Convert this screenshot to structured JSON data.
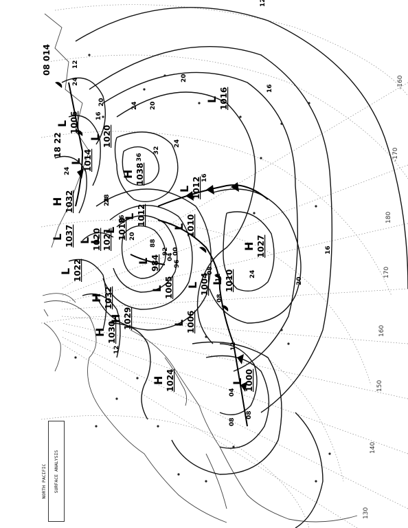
{
  "legend": {
    "line1": "SURFACE ANALYSIS",
    "line2": "NORTH PACIFIC"
  },
  "pressure_centers": [
    {
      "id": "l-1016",
      "type": "L",
      "value": "1016"
    },
    {
      "id": "h-1038",
      "type": "H",
      "value": "1038"
    },
    {
      "id": "h-1027",
      "type": "H",
      "value": "1027"
    },
    {
      "id": "l-1012",
      "type": "L",
      "value": "1012"
    },
    {
      "id": "l-1010",
      "type": "L",
      "value": "1010"
    },
    {
      "id": "l-984",
      "type": "L",
      "value": "984"
    },
    {
      "id": "l-1004",
      "type": "L",
      "value": "1004"
    },
    {
      "id": "l-1010b",
      "type": "L",
      "value": "1010"
    },
    {
      "id": "l-1005",
      "type": "L",
      "value": "1005"
    },
    {
      "id": "l-1006",
      "type": "L",
      "value": "1006"
    },
    {
      "id": "l-1000",
      "type": "L",
      "value": "1000"
    },
    {
      "id": "h-1029",
      "type": "H",
      "value": "1029"
    },
    {
      "id": "h-1030",
      "type": "H",
      "value": "1030"
    },
    {
      "id": "h-1032",
      "type": "H",
      "value": "1032"
    },
    {
      "id": "l-1022",
      "type": "L",
      "value": "1022"
    },
    {
      "id": "h-1024",
      "type": "H",
      "value": "1024"
    },
    {
      "id": "l-1006b",
      "type": "L",
      "value": "1006"
    },
    {
      "id": "l-1014",
      "type": "L",
      "value": "1014"
    },
    {
      "id": "l-1020",
      "type": "L",
      "value": "1020"
    },
    {
      "id": "h-1032b",
      "type": "H",
      "value": "1032"
    },
    {
      "id": "l-1037",
      "type": "L",
      "value": "1037"
    },
    {
      "id": "l-1020b",
      "type": "L",
      "value": "1020"
    },
    {
      "id": "l-1021",
      "type": "L",
      "value": "1021"
    },
    {
      "id": "l-1018",
      "type": "L",
      "value": "1018"
    },
    {
      "id": "l-1012b",
      "type": "L",
      "value": "1012"
    }
  ],
  "isobar_labels": [
    "12",
    "16",
    "20",
    "24",
    "20",
    "24",
    "32",
    "36",
    "28",
    "16",
    "20",
    "16",
    "12",
    "08",
    "12",
    "08",
    "04",
    "00",
    "92",
    "88",
    "96",
    "24",
    "16",
    "20",
    "24",
    "28",
    "12",
    "24",
    "20",
    "16",
    "08",
    "04",
    "12",
    "08"
  ],
  "longitude_labels": [
    "-160",
    "-170",
    "180",
    "170",
    "160",
    "150",
    "140",
    "130"
  ],
  "edge_text": [
    "08 014",
    "18 22"
  ]
}
